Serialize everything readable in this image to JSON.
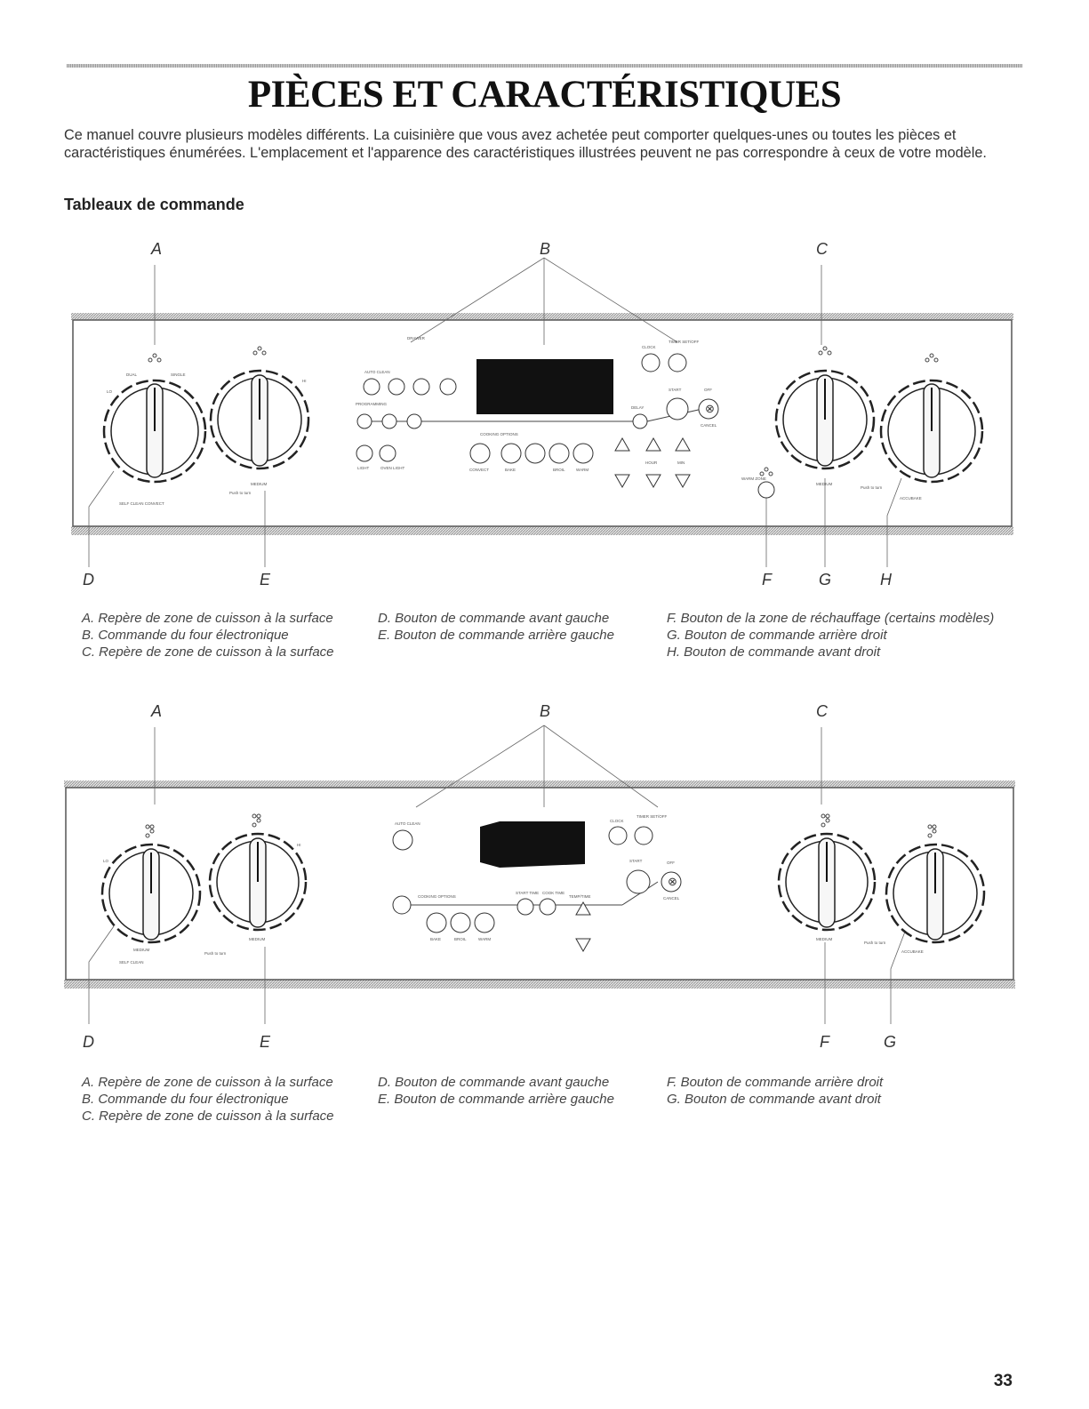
{
  "page": {
    "title": "PIÈCES ET CARACTÉRISTIQUES",
    "intro": "Ce manuel couvre plusieurs modèles différents. La cuisinière que vous avez achetée peut comporter quelques-unes ou toutes les pièces et caractéristiques énumérées. L'emplacement et l'apparence des caractéristiques illustrées peuvent ne pas correspondre à ceux de votre modèle.",
    "section_heading": "Tableaux de commande",
    "page_number": "33"
  },
  "figure1": {
    "letters": {
      "A": "A",
      "B": "B",
      "C": "C",
      "D": "D",
      "E": "E",
      "F": "F",
      "G": "G",
      "H": "H"
    },
    "panel_text": {
      "self_clean": "SELF CLEAN  CONVECT",
      "accubake": "ACCUBAKE",
      "drawer": "DRAWER",
      "programming": "PROGRAMMING",
      "cooking_options": "COOKING OPTIONS",
      "start": "START",
      "off": "OFF",
      "cancel": "CANCEL",
      "lo": "LO",
      "hi": "HI",
      "medium": "MEDIUM",
      "dual": "DUAL",
      "single": "SINGLE",
      "warm_zone": "WARM ZONE",
      "auto_clean": "AUTO CLEAN",
      "clock": "CLOCK",
      "timer": "TIMER SET/OFF",
      "hour": "HOUR",
      "min": "MIN",
      "bake": "BAKE",
      "broil": "BROIL",
      "warm": "WARM",
      "convect": "CONVECT",
      "light": "LIGHT",
      "oven_light": "OVEN LIGHT",
      "delay": "DELAY",
      "push_to_turn": "Push to turn"
    },
    "captions": {
      "col1": [
        "A. Repère de zone de cuisson à la surface",
        "B. Commande du four électronique",
        "C. Repère de zone de cuisson à la surface"
      ],
      "col2": [
        "D. Bouton de commande avant gauche",
        "E. Bouton de commande arrière gauche"
      ],
      "col3": [
        "F. Bouton de la zone de réchauffage (certains modèles)",
        "G. Bouton de commande arrière droit",
        "H. Bouton de commande avant droit"
      ]
    }
  },
  "figure2": {
    "letters": {
      "A": "A",
      "B": "B",
      "C": "C",
      "D": "D",
      "E": "E",
      "F": "F",
      "G": "G"
    },
    "panel_text": {
      "self_clean": "SELF CLEAN",
      "accubake": "ACCUBAKE",
      "cooking_options": "COOKING OPTIONS",
      "start": "START",
      "off": "OFF",
      "cancel": "CANCEL",
      "lo": "LO",
      "hi": "HI",
      "medium": "MEDIUM",
      "auto_clean": "AUTO CLEAN",
      "clock": "CLOCK",
      "timer": "TIMER SET/OFF",
      "bake": "BAKE",
      "broil": "BROIL",
      "warm": "WARM",
      "start_time": "START TIME",
      "cook_time": "COOK TIME",
      "temp_time": "TEMP/TIME",
      "push_to_turn": "Push to turn"
    },
    "captions": {
      "col1": [
        "A. Repère de zone de cuisson à la surface",
        "B. Commande du four électronique",
        "C. Repère de zone de cuisson à la surface"
      ],
      "col2": [
        "D. Bouton de commande avant gauche",
        "E. Bouton de commande arrière gauche"
      ],
      "col3": [
        "F. Bouton de commande arrière droit",
        "G. Bouton de commande avant droit"
      ]
    }
  }
}
